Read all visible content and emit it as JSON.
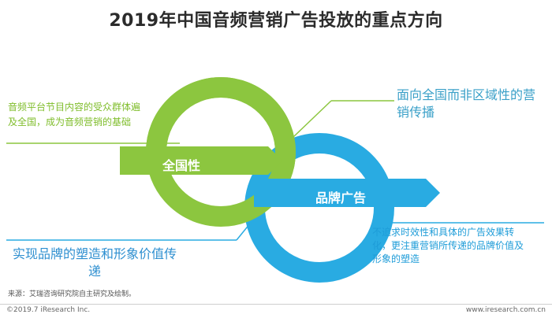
{
  "title": "2019年中国音频营销广告投放的重点方向",
  "left_note": "音频平台节目内容的受众群体遍及全国，成为音频营销的基础",
  "right_heading": "面向全国而非区域性的营销传播",
  "center_arrow_green": "全国性",
  "center_arrow_blue": "品牌广告",
  "left_heading": "实现品牌的塑造和形象价值传递",
  "right_note": "不追求时效性和具体的广告效果转化，更注重营销所传递的品牌价值及形象的塑造",
  "source": "来源：艾瑞咨询研究院自主研究及绘制。",
  "copyright": "©2019.7 iResearch Inc.",
  "website": "www.iresearch.com.cn",
  "colors": {
    "green": "#8cc63f",
    "blue": "#29abe2",
    "line_green": "#7fbd2b",
    "line_blue": "#1e9cd8"
  }
}
